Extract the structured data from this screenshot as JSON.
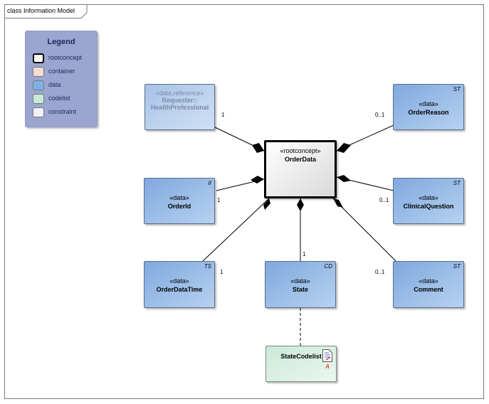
{
  "frame": {
    "title": "class Information Model"
  },
  "legend": {
    "title": "Legend",
    "items": [
      {
        "label": "rootconcept",
        "color": "#ffffff",
        "bold": true
      },
      {
        "label": "container",
        "color": "#f6ddd2"
      },
      {
        "label": "data",
        "color": "#7fb1e6"
      },
      {
        "label": "codelist",
        "color": "#c6ecd6"
      },
      {
        "label": "constraint",
        "color": "#f1f1f8"
      }
    ]
  },
  "nodes": {
    "requester": {
      "stereotype": "«data,reference»",
      "name": "Requester::\nHealthProfessional"
    },
    "orderdata": {
      "stereotype": "«rootconcept»",
      "name": "OrderData"
    },
    "orderreason": {
      "stereotype": "«data»",
      "name": "OrderReason",
      "tag": "ST"
    },
    "orderid": {
      "stereotype": "«data»",
      "name": "OrderId",
      "tag": "II"
    },
    "clinicalquestion": {
      "stereotype": "«data»",
      "name": "ClinicalQuestion",
      "tag": "ST"
    },
    "orderdatatime": {
      "stereotype": "«data»",
      "name": "OrderDataTime",
      "tag": "TS"
    },
    "state": {
      "stereotype": "«data»",
      "name": "State",
      "tag": "CD"
    },
    "comment": {
      "stereotype": "«data»",
      "name": "Comment",
      "tag": "ST"
    },
    "statecodelist": {
      "name": "StateCodelist",
      "icon_mark": "A"
    }
  },
  "multiplicities": {
    "requester": "1",
    "orderreason": "0..1",
    "orderid": "1",
    "clinicalquestion": "0..1",
    "orderdatatime": "1",
    "state": "1",
    "comment": "0..1"
  }
}
